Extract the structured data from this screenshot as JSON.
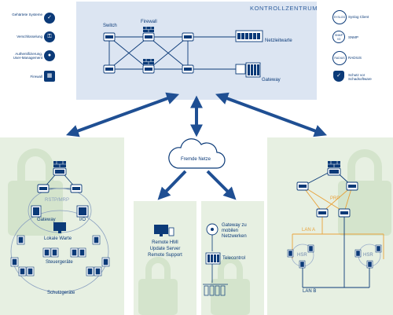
{
  "title": "KONTROLLZENTRUM",
  "top_labels": {
    "switch": "Switch",
    "firewall": "Firewall",
    "netzleitwarte": "Netzleitwarte",
    "gateway": "Gateway"
  },
  "legend_left": [
    {
      "label": "Gehärtete Systeme",
      "icon": "checklist-icon"
    },
    {
      "label": "Verschlüsselung",
      "icon": "key-icon"
    },
    {
      "label": "Authentifizierung,\nUser-Management",
      "icon": "user-icon"
    },
    {
      "label": "Firewall",
      "icon": "firewall-icon"
    }
  ],
  "legend_right": [
    {
      "label": "Syslog Client",
      "icon": "syslog-icon",
      "badge": "SYSLOG"
    },
    {
      "label": "SNMP",
      "icon": "snmp-icon",
      "badge": "SNMP V3"
    },
    {
      "label": "RADIUS",
      "icon": "radius-icon",
      "badge": "RADIUS"
    },
    {
      "label": "Schutz vor\nSchadsoftware",
      "icon": "shield-icon"
    }
  ],
  "cloud_label": "Fremde Netze",
  "left_panel": {
    "ring": "RSTP/MRP",
    "gateway": "Gateway",
    "io": "I/O",
    "lokale_warte": "Lokale Warte",
    "steuergeraete": "Steuergeräte",
    "schutzgeraete": "Schutzgeräte"
  },
  "mid1_panel": {
    "lines": [
      "Remote HMI",
      "Update Server",
      "Remote Support"
    ]
  },
  "mid2_panel": {
    "gateway_mobil": "Gateway zu\nmobilen\nNetzwerken",
    "telecontrol": "Telecontrol"
  },
  "right_panel": {
    "prp": "PRP",
    "lan_a": "LAN A",
    "lan_b": "LAN B",
    "hsr1": "HSR",
    "hsr2": "HSR"
  },
  "colors": {
    "navy": "#0b3a78",
    "arrow": "#1f4f93",
    "panel_blue": "#dce5f2",
    "panel_green": "#e7f0e2",
    "orange": "#e8a23a"
  }
}
